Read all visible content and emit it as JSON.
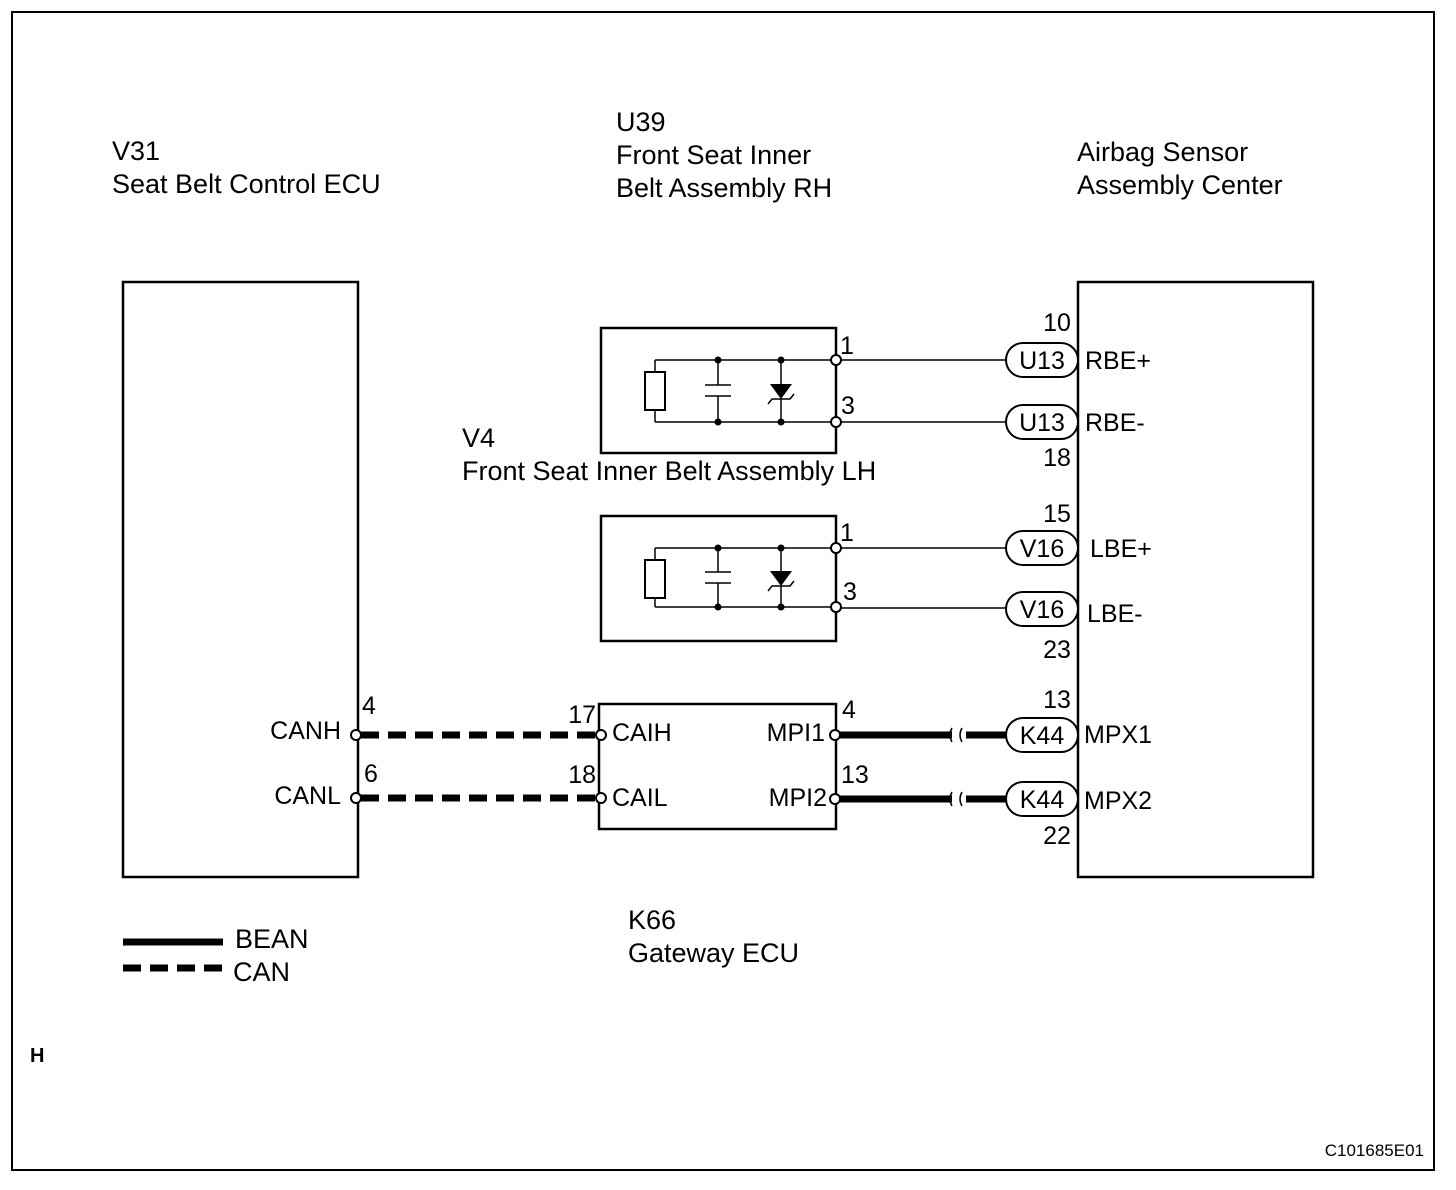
{
  "components": {
    "seat_belt_ecu": {
      "code": "V31",
      "name": "Seat Belt Control ECU"
    },
    "inner_belt_rh": {
      "code": "U39",
      "name_line1": "Front Seat Inner",
      "name_line2": "Belt Assembly RH"
    },
    "inner_belt_lh": {
      "code": "V4",
      "name": "Front Seat Inner Belt Assembly LH"
    },
    "airbag_sensor": {
      "name_line1": "Airbag Sensor",
      "name_line2": "Assembly Center"
    },
    "gateway_ecu": {
      "code": "K66",
      "name": "Gateway ECU"
    }
  },
  "ecu_pins": {
    "canh": {
      "label": "CANH",
      "num": "4"
    },
    "canl": {
      "label": "CANL",
      "num": "6"
    }
  },
  "gateway_pins": {
    "caih": {
      "label": "CAIH",
      "num": "17"
    },
    "cail": {
      "label": "CAIL",
      "num": "18"
    },
    "mpi1": {
      "label": "MPI1",
      "num": "4"
    },
    "mpi2": {
      "label": "MPI2",
      "num": "13"
    }
  },
  "rh_pins": {
    "p1": "1",
    "p3": "3"
  },
  "lh_pins": {
    "p1": "1",
    "p3": "3"
  },
  "airbag_pins": {
    "rbe_plus": {
      "label": "RBE+",
      "num": "10",
      "connector": "U13"
    },
    "rbe_minus": {
      "label": "RBE-",
      "num": "18",
      "connector": "U13"
    },
    "lbe_plus": {
      "label": "LBE+",
      "num": "15",
      "connector": "V16"
    },
    "lbe_minus": {
      "label": "LBE-",
      "num": "23",
      "connector": "V16"
    },
    "mpx1": {
      "label": "MPX1",
      "num": "13",
      "connector": "K44"
    },
    "mpx2": {
      "label": "MPX2",
      "num": "22",
      "connector": "K44"
    }
  },
  "legend": {
    "bean": "BEAN",
    "can": "CAN"
  },
  "corner_mark": "H",
  "figure_id": "C101685E01"
}
